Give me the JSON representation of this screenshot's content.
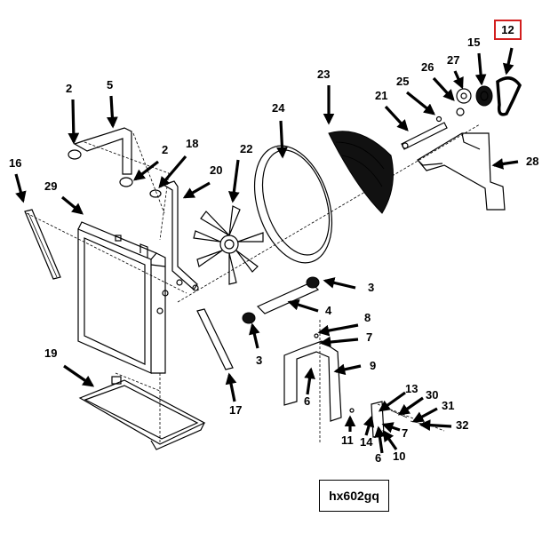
{
  "diagram": {
    "highlighted_callout": "12",
    "figure_id": "hx602gq",
    "callouts": {
      "c2a": "2",
      "c5": "5",
      "c2b": "2",
      "c18": "18",
      "c16": "16",
      "c29": "29",
      "c20": "20",
      "c22": "22",
      "c24": "24",
      "c23": "23",
      "c21": "21",
      "c25": "25",
      "c26": "26",
      "c27": "27",
      "c15": "15",
      "c28": "28",
      "c3a": "3",
      "c4": "4",
      "c3b": "3",
      "c8": "8",
      "c7a": "7",
      "c9": "9",
      "c6a": "6",
      "c19": "19",
      "c17": "17",
      "c13": "13",
      "c30": "30",
      "c31": "31",
      "c7b": "7",
      "c32": "32",
      "c11": "11",
      "c14": "14",
      "c6b": "6",
      "c10": "10"
    }
  }
}
